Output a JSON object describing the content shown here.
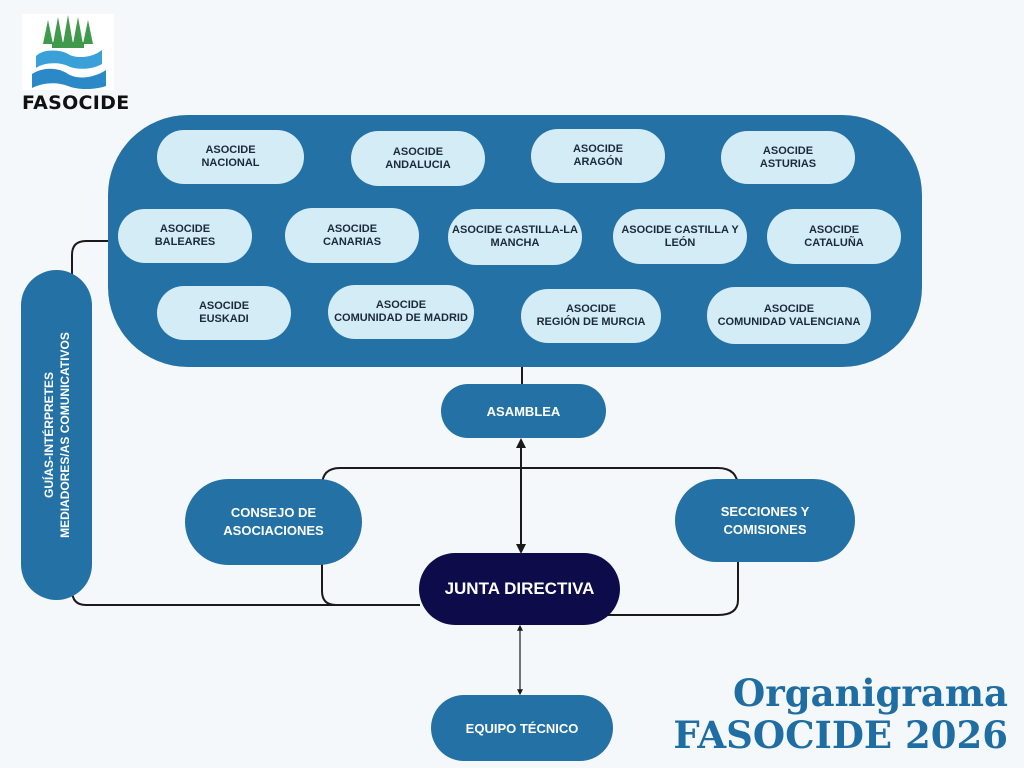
{
  "logo": {
    "text": "FASOCIDE",
    "icon": "fasocide-logo-icon"
  },
  "title": {
    "line1": "Organigrama",
    "line2": "FASOCIDE 2026"
  },
  "associations": [
    "ASOCIDE\nNACIONAL",
    "ASOCIDE\nANDALUCIA",
    "ASOCIDE\nARAGÓN",
    "ASOCIDE\nASTURIAS",
    "ASOCIDE\nBALEARES",
    "ASOCIDE\nCANARIAS",
    "ASOCIDE CASTILLA-LA\nMANCHA",
    "ASOCIDE CASTILLA Y\nLEÓN",
    "ASOCIDE\nCATALUÑA",
    "ASOCIDE\nEUSKADI",
    "ASOCIDE\nCOMUNIDAD DE MADRID",
    "ASOCIDE\nREGIÓN DE MURCIA",
    "ASOCIDE\nCOMUNIDAD VALENCIANA"
  ],
  "nodes": {
    "asamblea": "ASAMBLEA",
    "consejo": "CONSEJO DE\nASOCIACIONES",
    "secciones": "SECCIONES Y\nCOMISIONES",
    "junta": "JUNTA DIRECTIVA",
    "equipo": "EQUIPO TÉCNICO",
    "guias": "GUÍAS-INTÉRPRETES\nMEDIADORES/AS COMUNICATIVOS"
  },
  "colors": {
    "primary_blue": "#2471a6",
    "light_pill": "#d4ecf6",
    "junta_navy": "#0d0b4a",
    "title_blue": "#1e6da3",
    "connector": "#1a1a1a"
  }
}
